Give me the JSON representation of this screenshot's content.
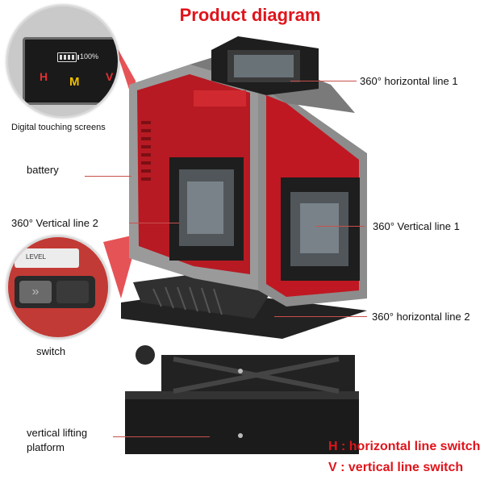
{
  "title": "Product diagram",
  "screen": {
    "h": "H",
    "m": "M",
    "v": "V",
    "battery_text": "100%"
  },
  "switch_text": "LEVEL",
  "labels": {
    "horizontal_line_1": "360° horizontal line 1",
    "digital_screens": "Digital touching screens",
    "battery": "battery",
    "vertical_line_2": "360° Vertical line 2",
    "vertical_line_1": "360° Vertical line 1",
    "horizontal_line_2": "360° horizontal line 2",
    "switch": "switch",
    "lifting_platform": "vertical lifting\nplatform"
  },
  "legend": {
    "h_switch": "H : horizontal line switch",
    "v_switch": "V : vertical line switch"
  },
  "colors": {
    "accent_red": "#e0141b",
    "body_red": "#c01822",
    "frame_grey": "#8a8a8a",
    "base_black": "#1b1b1b"
  }
}
